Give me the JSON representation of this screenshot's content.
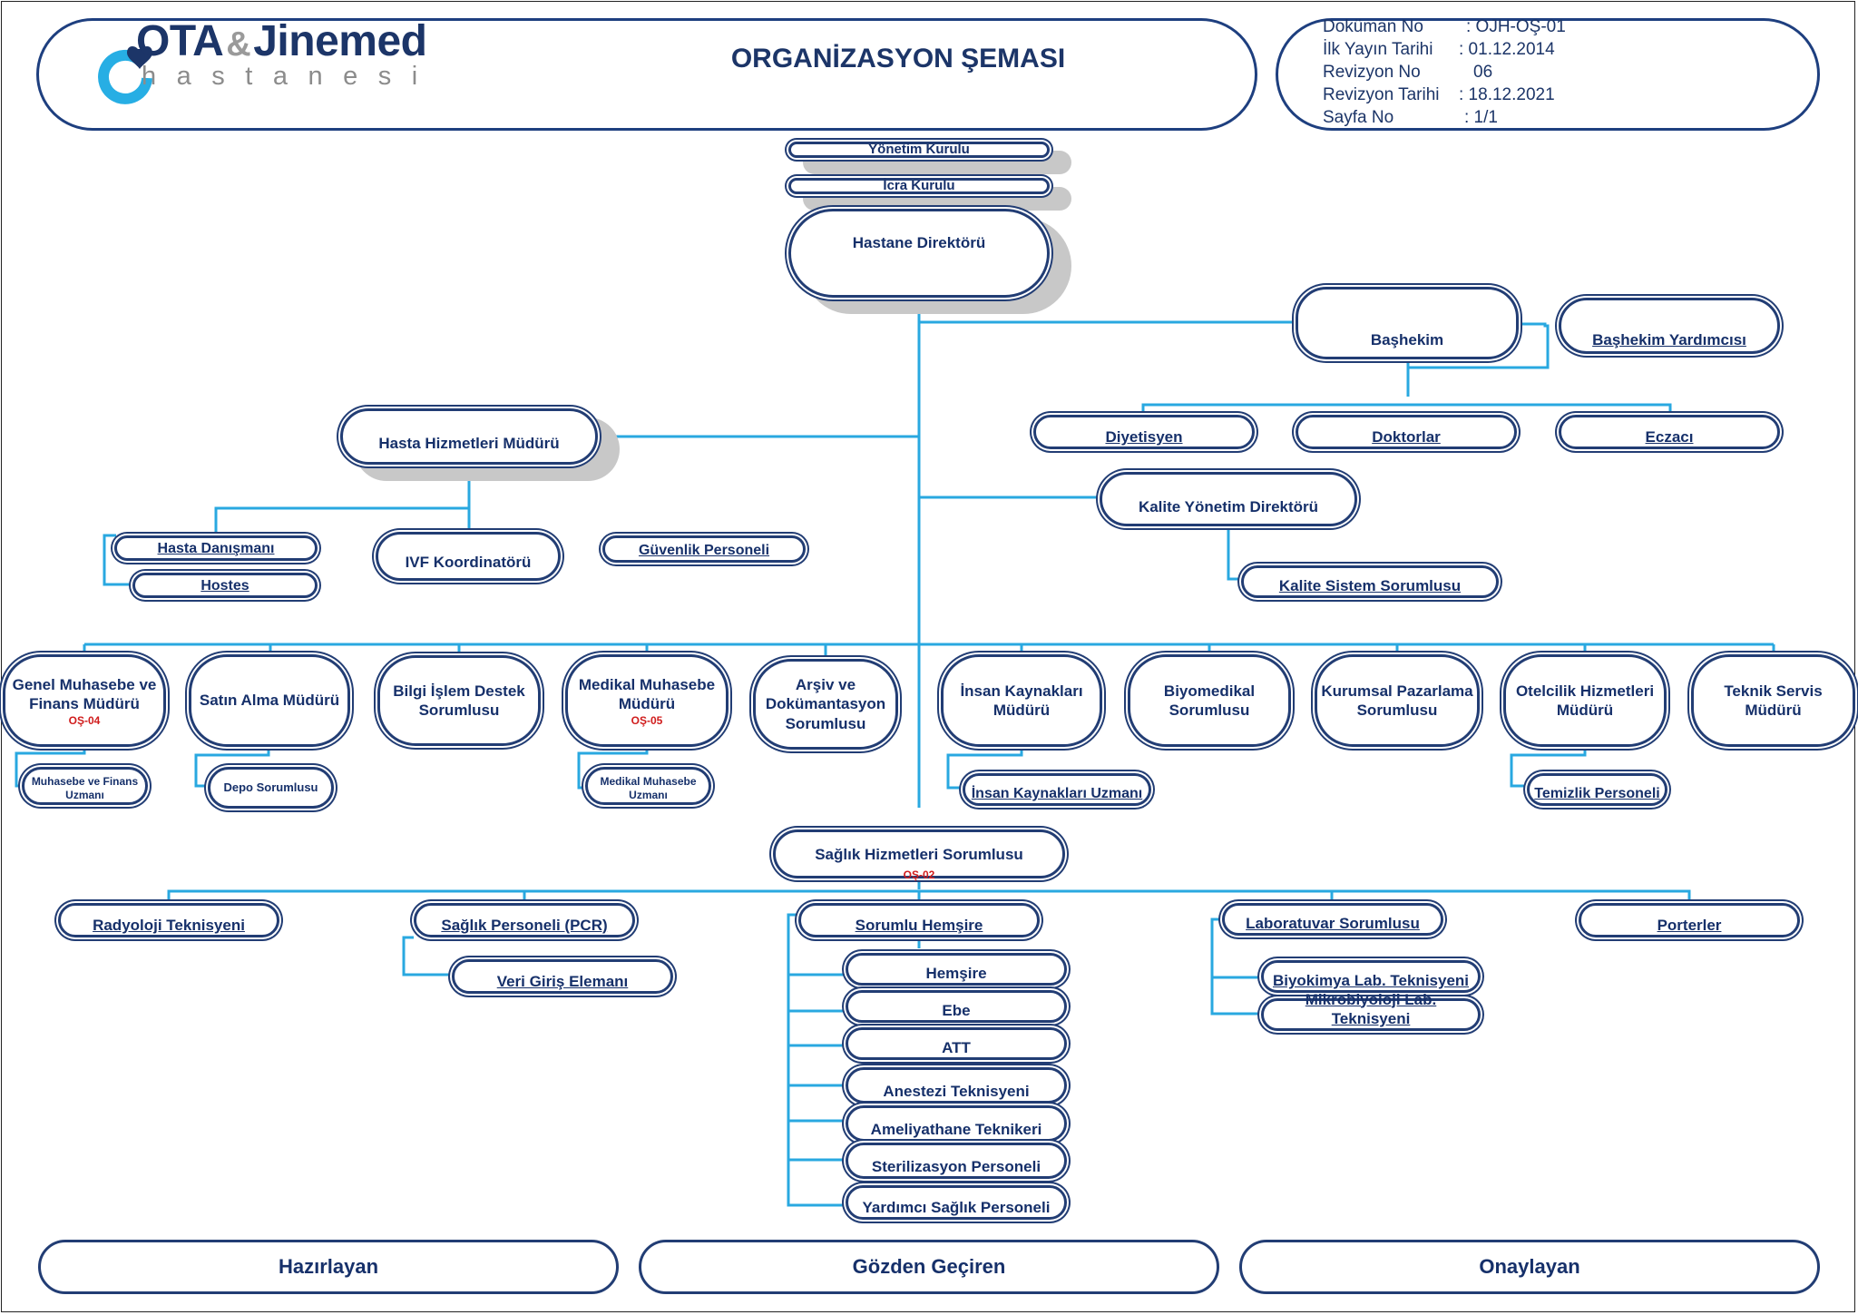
{
  "header": {
    "logo_primary": "OTA",
    "logo_amp": "&",
    "logo_secondary": "Jinemed",
    "logo_sub": "hastanesi",
    "title": "ORGANİZASYON ŞEMASI",
    "meta": [
      {
        "label": "Doküman No",
        "value": ": OJH-OŞ-01"
      },
      {
        "label": "İlk Yayın Tarihi",
        "value": ": 01.12.2014"
      },
      {
        "label": "Revizyon No",
        "value": "06"
      },
      {
        "label": "Revizyon Tarihi",
        "value": ": 18.12.2021"
      },
      {
        "label": "Sayfa No",
        "value": ": 1/1"
      }
    ]
  },
  "nodes": {
    "yonetim": "Yönetim Kurulu",
    "icra": "İcra Kurulu",
    "direktor": "Hastane Direktörü",
    "bashekim": "Başhekim",
    "bashekim_yrd": "Başhekim Yardımcısı",
    "diyetisyen": "Diyetisyen",
    "doktorlar": "Doktorlar",
    "eczaci": "Eczacı",
    "kalite_dir": "Kalite Yönetim Direktörü",
    "kalite_sis": "Kalite Sistem Sorumlusu",
    "hasta_hiz": "Hasta Hizmetleri Müdürü",
    "hasta_dan": "Hasta Danışmanı",
    "hostes": "Hostes",
    "ivf": "IVF Koordinatörü",
    "guvenlik": "Güvenlik Personeli",
    "genel_muh": "Genel Muhasebe ve Finans Müdürü",
    "genel_muh_code": "OŞ-04",
    "satin": "Satın Alma Müdürü",
    "bilgi": "Bilgi İşlem Destek Sorumlusu",
    "medikal_muh": "Medikal Muhasebe Müdürü",
    "medikal_muh_code": "OŞ-05",
    "arsiv": "Arşiv ve Dokümantasyon Sorumlusu",
    "ik": "İnsan Kaynakları Müdürü",
    "biyomed": "Biyomedikal Sorumlusu",
    "kurumsal": "Kurumsal Pazarlama Sorumlusu",
    "otel": "Otelcilik Hizmetleri Müdürü",
    "teknik": "Teknik Servis Müdürü",
    "muh_uzm": "Muhasebe ve Finans Uzmanı",
    "depo": "Depo Sorumlusu",
    "med_muh_uzm": "Medikal Muhasebe Uzmanı",
    "ik_uzm": "İnsan Kaynakları Uzmanı",
    "temizlik": "Temizlik Personeli",
    "saglik_hiz": "Sağlık Hizmetleri Sorumlusu",
    "saglik_hiz_code": "OŞ-02",
    "radyoloji": "Radyoloji Teknisyeni",
    "pcr": "Sağlık Personeli (PCR)",
    "veri": "Veri Giriş Elemanı",
    "sor_hem": "Sorumlu Hemşire",
    "hemsire": "Hemşire",
    "ebe": "Ebe",
    "att": "ATT",
    "anestezi": "Anestezi Teknisyeni",
    "ameliyat": "Ameliyathane Teknikeri",
    "steril": "Sterilizasyon Personeli",
    "yardimci": "Yardımcı Sağlık Personeli",
    "lab": "Laboratuvar Sorumlusu",
    "biyokimya": "Biyokimya Lab. Teknisyeni",
    "mikro": "Mikrobiyoloji Lab. Teknisyeni",
    "porterler": "Porterler"
  },
  "footer": {
    "hazirlayan": "Hazırlayan",
    "gozden": "Gözden Geçiren",
    "onaylayan": "Onaylayan"
  },
  "colors": {
    "connector": "#29a8e0",
    "border": "#223d74",
    "text": "#16306a",
    "code": "#d01c1c",
    "shadow": "#c8c8c8"
  }
}
